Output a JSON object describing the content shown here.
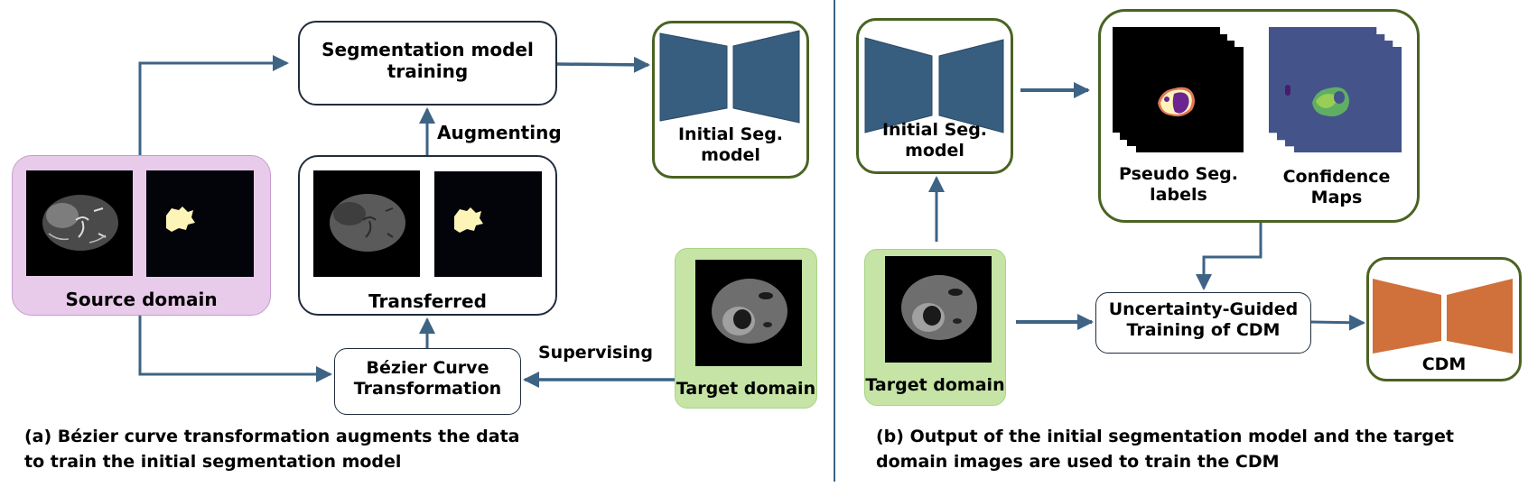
{
  "panel_a": {
    "source_domain": {
      "label": "Source domain"
    },
    "segmentation_training": {
      "label_line1": "Segmentation model",
      "label_line2": "training"
    },
    "augmenting": {
      "label": "Augmenting"
    },
    "transferred": {
      "label": "Transferred"
    },
    "initial_seg_model": {
      "label_line1": "Initial Seg.",
      "label_line2": "model"
    },
    "bezier": {
      "label_line1": "Bézier Curve",
      "label_line2": "Transformation"
    },
    "supervising": {
      "label": "Supervising"
    },
    "target_domain": {
      "label": "Target domain"
    },
    "caption_line1": "(a) Bézier curve transformation augments the data",
    "caption_line2": "to train the initial segmentation model"
  },
  "panel_b": {
    "initial_seg_model": {
      "label_line1": "Initial Seg.",
      "label_line2": "model"
    },
    "pseudo_labels": {
      "label_line1": "Pseudo Seg.",
      "label_line2": "labels"
    },
    "confidence_maps": {
      "label_line1": "Confidence",
      "label_line2": "Maps"
    },
    "target_domain": {
      "label": "Target domain"
    },
    "uncertainty_training": {
      "label_line1": "Uncertainty-Guided",
      "label_line2": "Training of CDM"
    },
    "cdm": {
      "label": "CDM"
    },
    "caption_line1": "(b) Output of the initial segmentation model and the target",
    "caption_line2": "domain images are used to train the CDM"
  },
  "colors": {
    "arrow": "#3d6385",
    "model_blue": "#375e7f",
    "cdm_orange": "#d0703a",
    "box_green_border": "#4a6322",
    "source_pink": "#e8cbea",
    "target_lime": "#c5e4a5",
    "confidence_bg": "#44538a",
    "mask_yellow": "#fdf5b8"
  }
}
